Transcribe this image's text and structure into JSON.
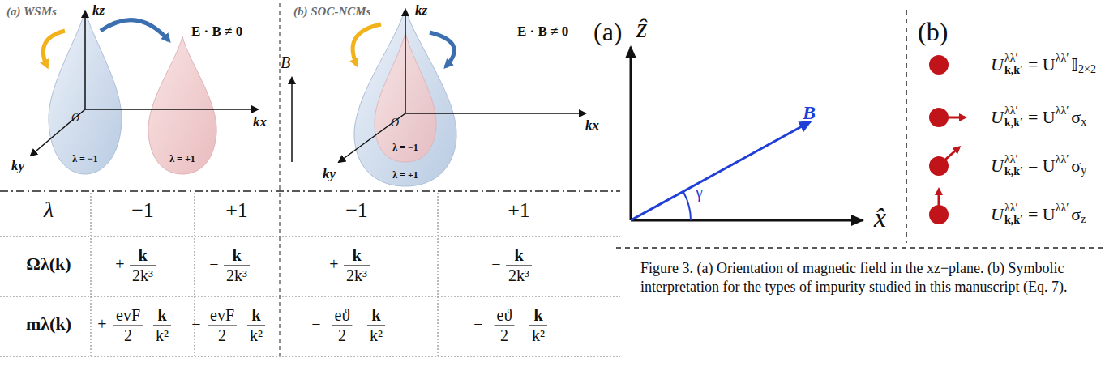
{
  "diagram": {
    "caption": "Figure 3. (a) Orientation of magnetic field in the xz−plane. (b) Symbolic interpretation for the types of impurity studied in this manuscript (Eq. 7).",
    "labels": [
      "(a) WSMs",
      "E · B ≠ 0",
      "kz",
      "kx",
      "ky",
      "O",
      "λ = −1",
      "λ = +1",
      "B",
      "(b) SOC-NCMs",
      "E · B ≠ 0",
      "kz",
      "kx",
      "ky",
      "O",
      "λ = −1",
      "λ = +1",
      "λ",
      "−1",
      "+1",
      "−1",
      "+1",
      "Ωλ(k)",
      "+",
      "k",
      "2k³",
      "−",
      "k",
      "2k³",
      "+",
      "k",
      "2k³",
      "−",
      "k",
      "2k³",
      "mλ(k)",
      "+",
      "evF",
      "2",
      "k",
      "k²",
      "−",
      "evF",
      "2",
      "k",
      "k²",
      "−",
      "eϑ",
      "2",
      "k",
      "k²",
      "−",
      "eϑ",
      "2",
      "k",
      "k²",
      "(a)",
      "ẑ",
      "x̂",
      "B",
      "γ",
      "(b)",
      "U",
      "λλ′",
      "k,k′",
      "= U",
      "λλ′",
      "𝕀",
      "2×2",
      "U",
      "λλ′",
      "k,k′",
      "= U",
      "λλ′",
      "σ",
      "x",
      "U",
      "λλ′",
      "k,k′",
      "= U",
      "λλ′",
      "σ",
      "y",
      "U",
      "λλ′",
      "k,k′",
      "= U",
      "λλ′",
      "σ",
      "z"
    ]
  }
}
